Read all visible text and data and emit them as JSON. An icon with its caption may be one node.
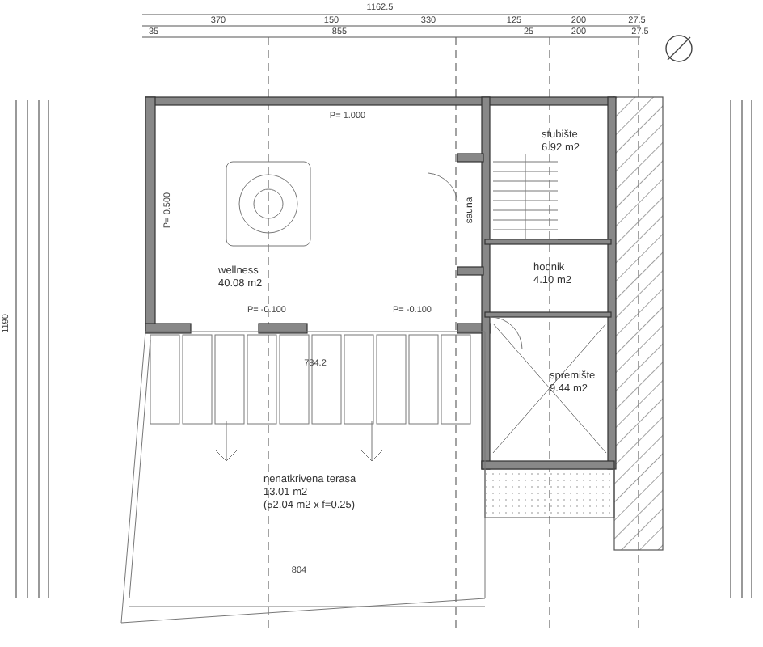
{
  "diagram": {
    "nodes": [
      {
        "text": [
          "wellness",
          "40.08 m2"
        ]
      },
      {
        "text": [
          "sauna"
        ]
      },
      {
        "text": [
          "stubište",
          "6.92 m2"
        ]
      },
      {
        "text": [
          "hodnik",
          "4.10 m2"
        ]
      },
      {
        "text": [
          "spremište",
          "9.44 m2"
        ]
      },
      {
        "text": [
          "nenatkrivena terasa",
          "13.01 m2",
          "(52.04 m2 x f=0.25)"
        ]
      }
    ],
    "edges": [],
    "labels": [
      "1162.5",
      "370",
      "150",
      "330",
      "125",
      "200",
      "27.5",
      "35",
      "855",
      "25",
      "200",
      "27.5",
      "P= 1.000",
      "P= 0.500",
      "P= -0.100",
      "P= -0.100",
      "784.2",
      "804",
      "1190"
    ]
  }
}
